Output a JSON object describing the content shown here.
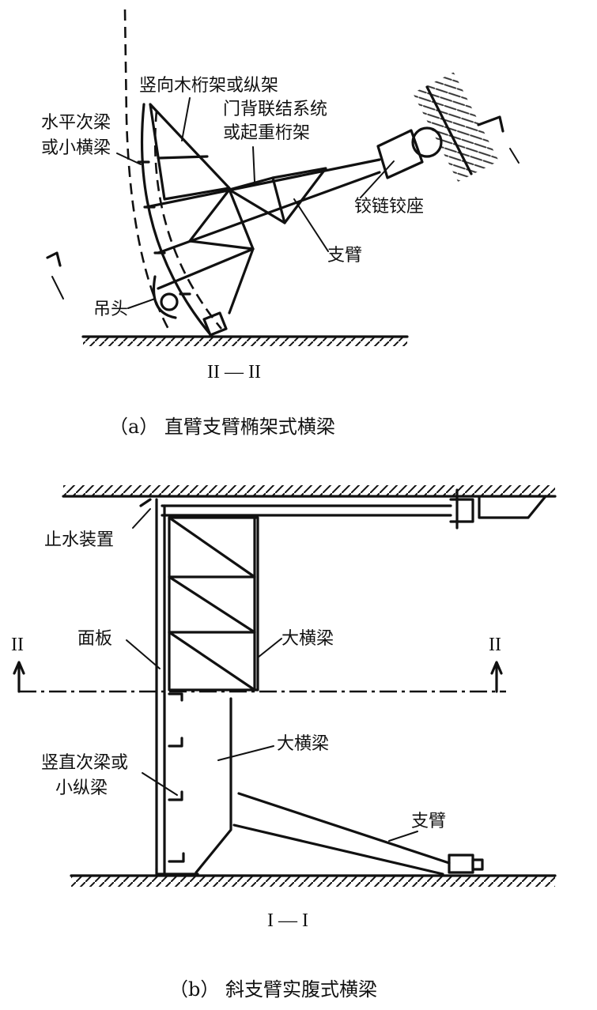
{
  "diagram_a": {
    "label_vertical_truss_1": "竖向木桁架或纵架",
    "label_door_back_1": "门背联结系统",
    "label_door_back_2": "或起重桁架",
    "label_horizontal_beam_1": "水平次梁",
    "label_horizontal_beam_2": "或小横梁",
    "label_hinge": "铰链铰座",
    "label_arm": "支臂",
    "label_lifting_head": "吊头",
    "section_label": "II — II",
    "caption": "（a） 直臂支臂椭架式横梁"
  },
  "diagram_b": {
    "label_seal": "止水装置",
    "label_face_plate": "面板",
    "label_big_beam_upper": "大横梁",
    "label_big_beam_lower": "大横梁",
    "label_vertical_beam_1": "竖直次梁或",
    "label_vertical_beam_2": "小纵梁",
    "label_arm": "支臂",
    "section_mark_left": "II",
    "section_mark_right": "II",
    "section_label": "I — I",
    "caption": "（b）   斜支臂实腹式横梁"
  }
}
